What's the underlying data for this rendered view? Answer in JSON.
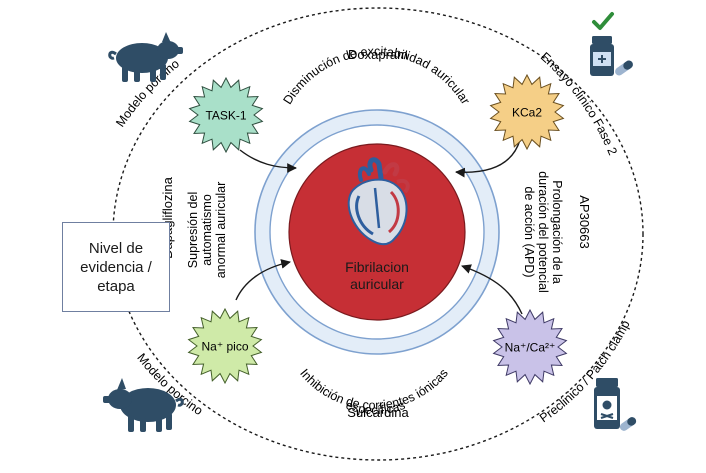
{
  "center": {
    "line1": "Fibrilacion",
    "line2": "auricular"
  },
  "evidence_box": {
    "label": "Nivel de\nevidencia /\netapa"
  },
  "outer_labels": {
    "top_left": "Modelo porcino",
    "bottom_left": "Modelo porcino",
    "top_right": "Ensayo clinico Fase 2",
    "bottom_right": "Preclinico / Patch clamp"
  },
  "drugs": {
    "top": "Doxapram",
    "bottom": "Sulcardina",
    "left": "Dapagliflozina",
    "right": "AP30663"
  },
  "mechanisms": {
    "top": "Disminución de excitabilidad auricular",
    "bottom_line1": "Inhibición de corrientes iónicas",
    "bottom_line2": "específicas",
    "left_line1": "Supresión del",
    "left_line2": "automatismo",
    "left_line3": "anormal auricular",
    "right_line1": "Prolongación de la",
    "right_line2": "duración del potencial",
    "right_line3": "de acción (APD)"
  },
  "targets": {
    "task1": {
      "label": "TASK-1"
    },
    "kca2": {
      "label": "KCa2"
    },
    "napico": {
      "label": "Na⁺ pico"
    },
    "naca": {
      "label": "Na⁺/Ca²⁺"
    }
  },
  "colors": {
    "heart_circle": "#c62f35",
    "ring_fill": "#e3edf8",
    "ring_stroke": "#7ea1cf",
    "task1_fill": "#a9e0c9",
    "kca2_fill": "#f5cf87",
    "napico_fill": "#cfeaa8",
    "naca_fill": "#c9c2e8",
    "pig": "#2f4d66"
  },
  "icons": [
    "pig-icon",
    "medicine-bottle-check-icon",
    "poison-bottle-icon",
    "heart-icon"
  ]
}
